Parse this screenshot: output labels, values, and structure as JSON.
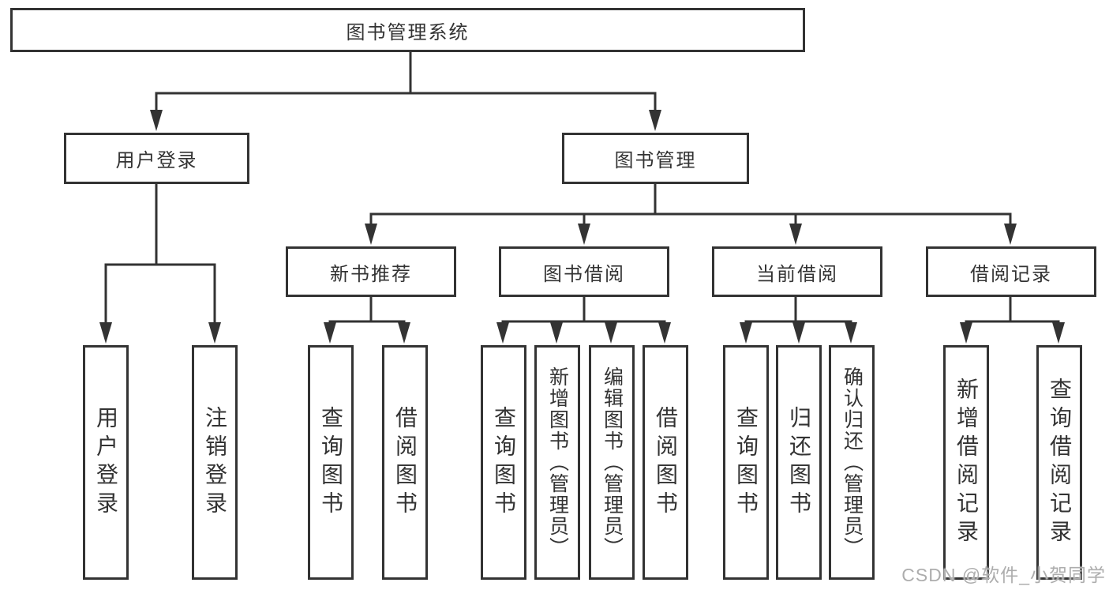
{
  "diagram": {
    "title": "图书管理系统",
    "user_branch": {
      "label": "用户登录",
      "children": [
        "用户登录",
        "注销登录"
      ]
    },
    "management_branch": {
      "label": "图书管理",
      "modules": [
        {
          "label": "新书推荐",
          "children": [
            "查询图书",
            "借阅图书"
          ]
        },
        {
          "label": "图书借阅",
          "children": [
            "查询图书",
            "新增图书（管理员）",
            "编辑图书（管理员）",
            "借阅图书"
          ]
        },
        {
          "label": "当前借阅",
          "children": [
            "查询图书",
            "归还图书",
            "确认归还（管理员）"
          ]
        },
        {
          "label": "借阅记录",
          "children": [
            "新增借阅记录",
            "查询借阅记录"
          ]
        }
      ]
    },
    "colors": {
      "line": "#333333",
      "text": "#333333",
      "background": "#ffffff",
      "watermark": "#adadad"
    }
  },
  "watermark": "CSDN @软件_小贺同学"
}
